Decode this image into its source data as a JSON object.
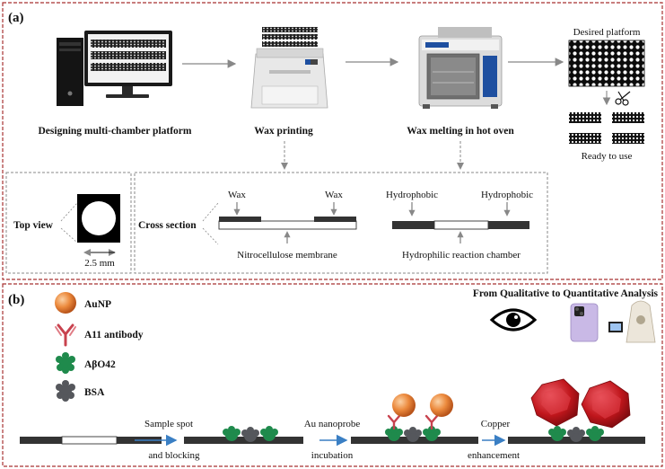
{
  "panel_a": {
    "tag": "(a)",
    "steps": {
      "design": "Designing multi-chamber platform",
      "print": "Wax printing",
      "melt": "Wax melting in hot oven",
      "desired": "Desired platform",
      "ready": "Ready to use"
    },
    "top_view": {
      "title": "Top view",
      "scale": "2.5 mm"
    },
    "cross_section": {
      "title": "Cross section",
      "wax_left": "Wax",
      "wax_right": "Wax",
      "membrane": "Nitrocellulose membrane",
      "hydrophobic_left": "Hydrophobic",
      "hydrophobic_right": "Hydrophobic",
      "chamber": "Hydrophilic reaction chamber"
    }
  },
  "panel_b": {
    "tag": "(b)",
    "header": "From Qualitative to Quantitative Analysis",
    "legend": [
      "AuNP",
      "A11 antibody",
      "AβO42",
      "BSA"
    ],
    "steps": {
      "step1_top": "Sample spot",
      "step1_bottom": "and blocking",
      "step2_top": "Au nanoprobe",
      "step2_bottom": "incubation",
      "step3_top": "Copper",
      "step3_bottom": "enhancement"
    }
  },
  "colors": {
    "frame": "#a83232",
    "wax": "#333333",
    "aunp": "#e9863a",
    "antibody": "#c8424e",
    "abo42": "#1f8a4c",
    "bsa": "#55575c",
    "copper": "#c0161c",
    "arrow_blue": "#3a7fc4"
  },
  "icons": [
    "computer-icon",
    "printer-icon",
    "oven-icon",
    "scissors-icon",
    "eye-icon",
    "phone-icon",
    "reader-icon"
  ]
}
